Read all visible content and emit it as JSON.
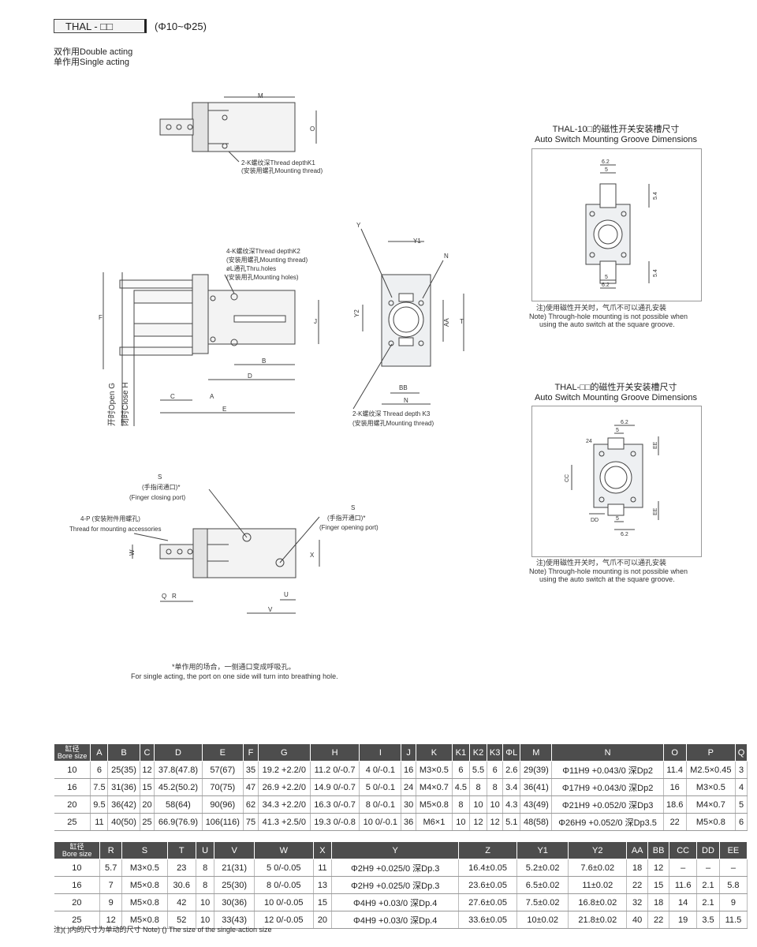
{
  "header": {
    "model": "THAL - □□",
    "range": "(Φ10~Φ25)",
    "double_acting": "双作用Double acting",
    "single_acting": "单作用Single acting"
  },
  "drawing_labels": {
    "M": "M",
    "O": "O",
    "k1_a": "2-K螺纹深Thread depthK1",
    "k1_b": "(安装用螺孔Mounting thread)",
    "k2_a": "4-K螺纹深Thread depthK2",
    "k2_b": "(安装用螺孔Mounting thread)",
    "l_a": "øL通孔Thru.holes",
    "l_b": "(安装用孔Mounting holes)",
    "F": "F",
    "J": "J",
    "B": "B",
    "D": "D",
    "C": "C",
    "A": "A",
    "E": "E",
    "open_g": "开时Open G",
    "close_h": "闭时Close H",
    "Y": "Y",
    "Y1": "Y1",
    "N": "N",
    "Y2": "Y2",
    "AA": "AA",
    "T": "T",
    "BB": "BB",
    "N2": "N",
    "k3_a": "2-K螺纹深 Thread depth K3",
    "k3_b": "(安装用螺孔Mounting thread)",
    "S": "S",
    "close_port_a": "(手指闭通口)*",
    "close_port_b": "(Finger closing port)",
    "p_a": "4-P (安装附件用螺孔)",
    "p_b": "Thread for mounting accessories",
    "S2": "S",
    "open_port_a": "(手指开通口)*",
    "open_port_b": "(Finger opening port)",
    "W": "W",
    "X": "X",
    "Q": "Q",
    "R": "R",
    "U": "U",
    "V": "V",
    "single_note_a": "*单作用的场合，一侧通口变成呼吸孔。",
    "single_note_b": "For single acting, the port on one side will turn into breathing hole."
  },
  "panel1": {
    "title_cn": "THAL-10□的磁性开关安装槽尺寸",
    "title_en": "Auto Switch Mounting Groove Dimensions",
    "dim_a": "6.2",
    "dim_b": "5",
    "dim_c": "5.4",
    "dim_d": "5.4",
    "dim_e": "5",
    "dim_f": "6.2",
    "note_1": "注)使用磁性开关时，气爪不可以通孔安装",
    "note_2": "Note) Through-hole mounting is not possible when",
    "note_3": "using the auto switch at the square groove."
  },
  "panel2": {
    "title_cn": "THAL-□□的磁性开关安装槽尺寸",
    "title_en": "Auto Switch Mounting Groove Dimensions",
    "dim_a": "6.2",
    "dim_b": "5",
    "dim_ee1": "EE",
    "dim_cc": "CC",
    "dim_24": "24",
    "dim_ee2": "EE",
    "dim_dd": "DD",
    "dim_c": "5",
    "dim_d": "6.2",
    "note_1": "注)使用磁性开关时，气爪不可以通孔安装",
    "note_2": "Note) Through-hole mounting is not possible when",
    "note_3": "using the auto switch at the square groove."
  },
  "table1": {
    "bore_cn": "缸径",
    "bore_en": "Bore size",
    "headers": [
      "A",
      "B",
      "C",
      "D",
      "E",
      "F",
      "G",
      "H",
      "I",
      "J",
      "K",
      "K1",
      "K2",
      "K3",
      "ΦL",
      "M",
      "N",
      "O",
      "P",
      "Q"
    ],
    "rows": [
      [
        "10",
        "6",
        "25(35)",
        "12",
        "37.8(47.8)",
        "57(67)",
        "35",
        "19.2 +2.2/0",
        "11.2 0/-0.7",
        "4 0/-0.1",
        "16",
        "M3×0.5",
        "6",
        "5.5",
        "6",
        "2.6",
        "29(39)",
        "Φ11H9 +0.043/0 深Dp2",
        "11.4",
        "M2.5×0.45",
        "3"
      ],
      [
        "16",
        "7.5",
        "31(36)",
        "15",
        "45.2(50.2)",
        "70(75)",
        "47",
        "26.9 +2.2/0",
        "14.9 0/-0.7",
        "5 0/-0.1",
        "24",
        "M4×0.7",
        "4.5",
        "8",
        "8",
        "3.4",
        "36(41)",
        "Φ17H9 +0.043/0 深Dp2",
        "16",
        "M3×0.5",
        "4"
      ],
      [
        "20",
        "9.5",
        "36(42)",
        "20",
        "58(64)",
        "90(96)",
        "62",
        "34.3 +2.2/0",
        "16.3 0/-0.7",
        "8 0/-0.1",
        "30",
        "M5×0.8",
        "8",
        "10",
        "10",
        "4.3",
        "43(49)",
        "Φ21H9 +0.052/0 深Dp3",
        "18.6",
        "M4×0.7",
        "5"
      ],
      [
        "25",
        "11",
        "40(50)",
        "25",
        "66.9(76.9)",
        "106(116)",
        "75",
        "41.3 +2.5/0",
        "19.3 0/-0.8",
        "10 0/-0.1",
        "36",
        "M6×1",
        "10",
        "12",
        "12",
        "5.1",
        "48(58)",
        "Φ26H9 +0.052/0 深Dp3.5",
        "22",
        "M5×0.8",
        "6"
      ]
    ]
  },
  "table2": {
    "bore_cn": "缸径",
    "bore_en": "Bore size",
    "headers": [
      "R",
      "S",
      "T",
      "U",
      "V",
      "W",
      "X",
      "Y",
      "Z",
      "Y1",
      "Y2",
      "AA",
      "BB",
      "CC",
      "DD",
      "EE"
    ],
    "rows": [
      [
        "10",
        "5.7",
        "M3×0.5",
        "23",
        "8",
        "21(31)",
        "5 0/-0.05",
        "11",
        "Φ2H9 +0.025/0 深Dp.3",
        "16.4±0.05",
        "5.2±0.02",
        "7.6±0.02",
        "18",
        "12",
        "–",
        "–",
        "–"
      ],
      [
        "16",
        "7",
        "M5×0.8",
        "30.6",
        "8",
        "25(30)",
        "8 0/-0.05",
        "13",
        "Φ2H9 +0.025/0 深Dp.3",
        "23.6±0.05",
        "6.5±0.02",
        "11±0.02",
        "22",
        "15",
        "11.6",
        "2.1",
        "5.8"
      ],
      [
        "20",
        "9",
        "M5×0.8",
        "42",
        "10",
        "30(36)",
        "10 0/-0.05",
        "15",
        "Φ4H9 +0.03/0 深Dp.4",
        "27.6±0.05",
        "7.5±0.02",
        "16.8±0.02",
        "32",
        "18",
        "14",
        "2.1",
        "9"
      ],
      [
        "25",
        "12",
        "M5×0.8",
        "52",
        "10",
        "33(43)",
        "12 0/-0.05",
        "20",
        "Φ4H9 +0.03/0 深Dp.4",
        "33.6±0.05",
        "10±0.02",
        "21.8±0.02",
        "40",
        "22",
        "19",
        "3.5",
        "11.5"
      ]
    ]
  },
  "footnote": "注)( )内的尺寸为单动的尺寸 Note) () The size of the single-action size"
}
